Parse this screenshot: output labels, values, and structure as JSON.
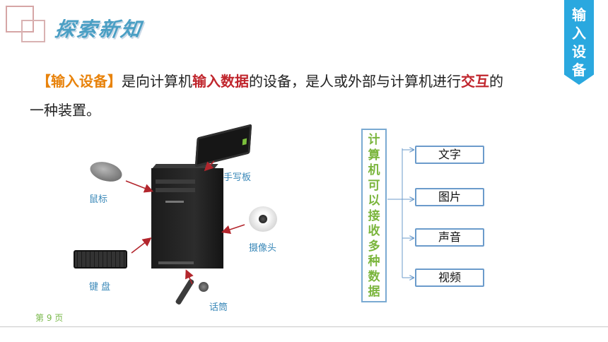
{
  "header": {
    "title": "探索新知",
    "ribbon_text": "输入设备"
  },
  "paragraph": {
    "bracket_term": "【输入设备】",
    "part1": "是向计算机",
    "emph1": "输入数据",
    "part2": "的设备，是人或外部与计算机进行",
    "emph2": "交互",
    "part3": "的",
    "line2": "一种装置。"
  },
  "illustration": {
    "labels": {
      "mouse": "鼠标",
      "tablet": "手写板",
      "camera": "摄像头",
      "keyboard": "键 盘",
      "microphone": "话筒"
    }
  },
  "diagram": {
    "vertical_label": "计算机可以接收多种数据",
    "items": [
      "文字",
      "图片",
      "声音",
      "视频"
    ]
  },
  "footer": {
    "page_number": "第 9 页"
  },
  "colors": {
    "accent_blue": "#2aa8df",
    "emph_red": "#c0262d",
    "emph_orange": "#e8830c",
    "green_text": "#7ab53c"
  }
}
